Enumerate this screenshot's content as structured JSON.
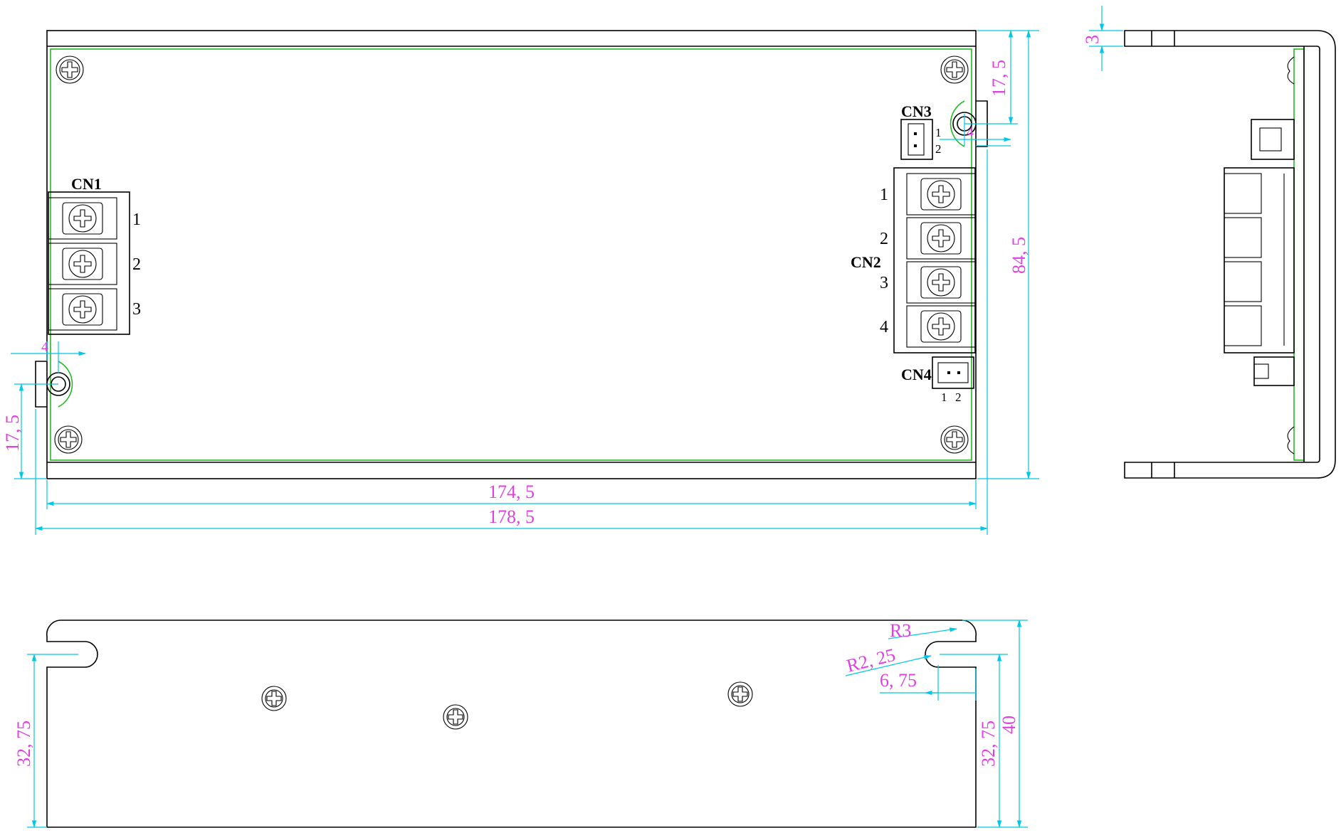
{
  "colors": {
    "outline": "#000000",
    "pcb_edge": "#22bb22",
    "dimension_line": "#00c8e6",
    "dimension_text": "#e040e0"
  },
  "connectors": {
    "cn1": {
      "name": "CN1",
      "pins": [
        "1",
        "2",
        "3"
      ]
    },
    "cn2": {
      "name": "CN2",
      "pins": [
        "1",
        "2",
        "3",
        "4"
      ]
    },
    "cn3": {
      "name": "CN3",
      "pins": [
        "1",
        "2"
      ]
    },
    "cn4": {
      "name": "CN4",
      "pins": [
        "1",
        "2"
      ]
    }
  },
  "dimensions": {
    "inner_length": "174, 5",
    "overall_length": "178, 5",
    "overall_height": "84, 5",
    "top_slot_offset": "17, 5",
    "bottom_slot_offset": "17, 5",
    "left_slot_width": "4",
    "right_slot_width": "4",
    "side_flange": "3",
    "corner_radius": "R3",
    "slot_radius": "R2, 25",
    "slot_depth": "6, 75",
    "bottom_left_height": "32, 75",
    "bottom_right_height": "32, 75",
    "bottom_total_height": "40"
  }
}
